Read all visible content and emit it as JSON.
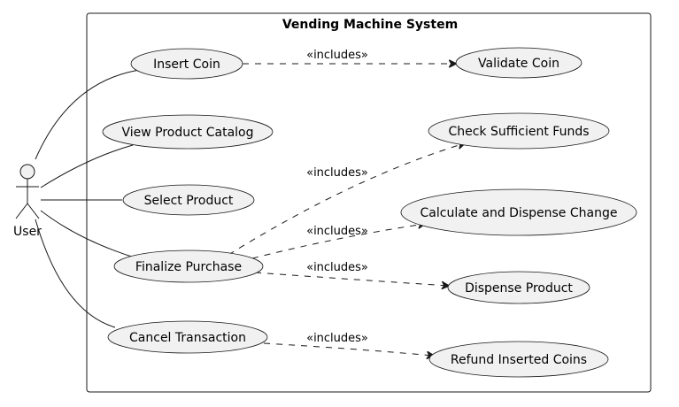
{
  "system": {
    "title": "Vending Machine System"
  },
  "actor": {
    "label": "User"
  },
  "use_cases": {
    "insert_coin": "Insert Coin",
    "view_catalog": "View Product Catalog",
    "select_product": "Select Product",
    "finalize_purchase": "Finalize Purchase",
    "cancel_transaction": "Cancel Transaction",
    "validate_coin": "Validate Coin",
    "check_funds": "Check Sufficient Funds",
    "calculate_change": "Calculate and Dispense Change",
    "dispense_product": "Dispense Product",
    "refund_coins": "Refund Inserted Coins"
  },
  "relations": {
    "includes_label": "«includes»"
  }
}
